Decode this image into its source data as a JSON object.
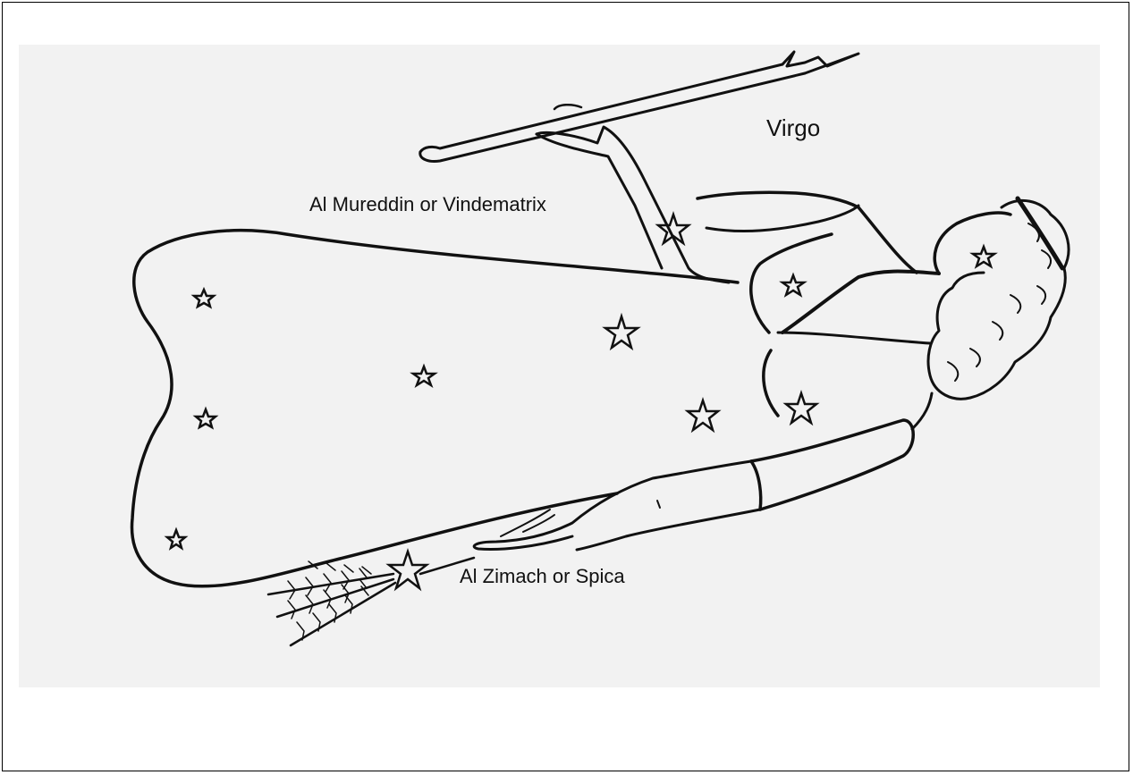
{
  "figure": {
    "title": "Virgo",
    "labels": {
      "mureddin": "Al Mureddin or Vindematrix",
      "spica": "Al Zimach or Spica"
    },
    "colors": {
      "ink": "#111111",
      "panel": "#f2f2f2",
      "page": "#ffffff"
    },
    "icons": [
      "star-icon",
      "wheat-sheaf-icon",
      "palm-branch-icon"
    ]
  }
}
